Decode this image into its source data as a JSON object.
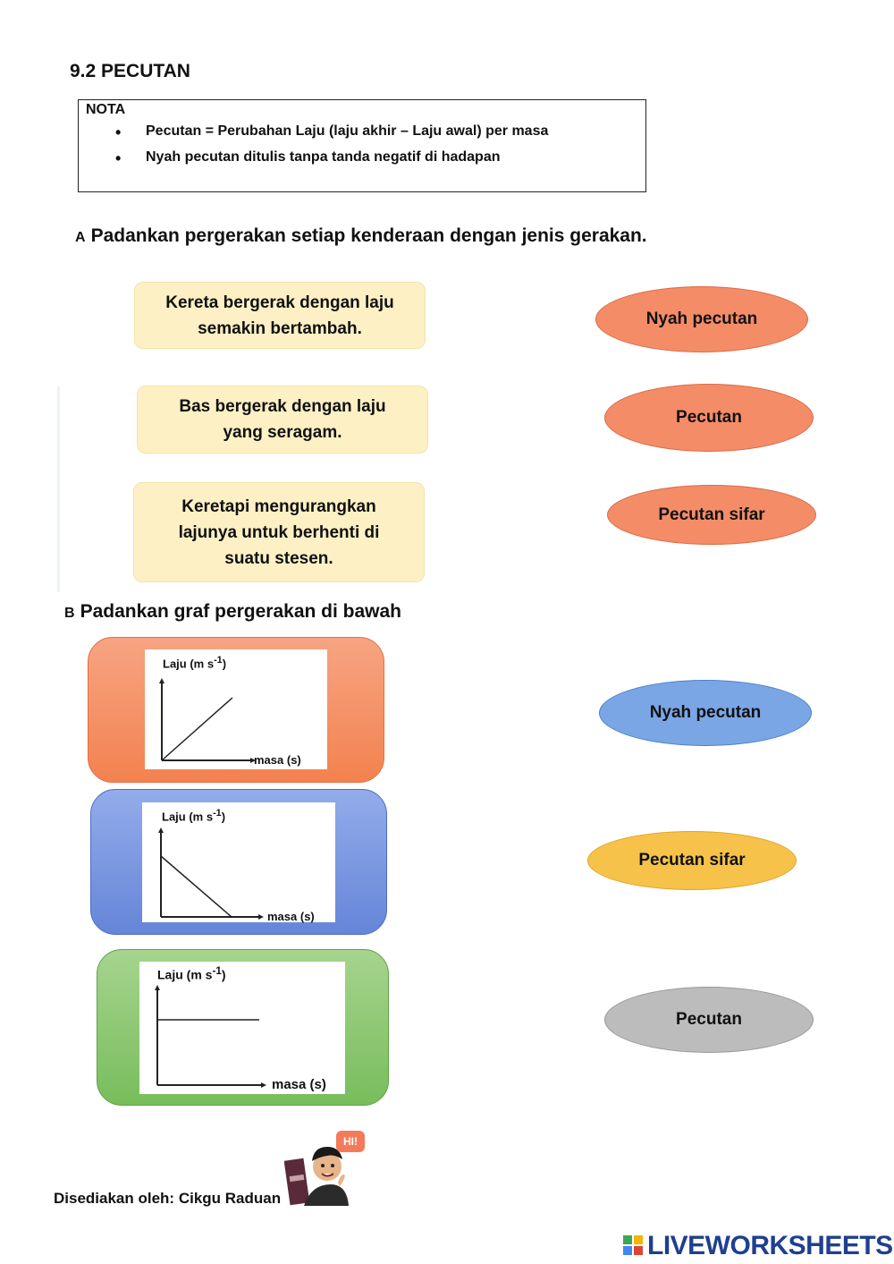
{
  "title": "9.2 PECUTAN",
  "nota": {
    "label": "NOTA",
    "points": [
      "Pecutan = Perubahan Laju (laju akhir – Laju awal) per masa",
      "Nyah pecutan ditulis tanpa tanda negatif di hadapan"
    ]
  },
  "section_a": {
    "letter": "A",
    "instruction": "Padankan pergerakan setiap kenderaan dengan jenis gerakan.",
    "statements": [
      "Kereta bergerak dengan laju\nsemakin bertambah.",
      "Bas bergerak dengan laju\nyang seragam.",
      "Keretapi mengurangkan\nlajunya untuk berhenti di\nsuatu stesen."
    ],
    "answers": [
      "Nyah pecutan",
      "Pecutan",
      "Pecutan sifar"
    ]
  },
  "section_b": {
    "letter": "B",
    "instruction": "Padankan graf pergerakan di bawah",
    "graph_y_label": "Laju (m s",
    "graph_y_exp": "-1",
    "graph_y_close": ")",
    "graph_x_label": "masa (s)",
    "graphs": [
      {
        "trend": "increasing",
        "color": "#f3824f"
      },
      {
        "trend": "decreasing",
        "color": "#6585d8"
      },
      {
        "trend": "constant",
        "color": "#78bd5c"
      }
    ],
    "answers": [
      "Nyah pecutan",
      "Pecutan sifar",
      "Pecutan"
    ]
  },
  "footer": {
    "credit": "Disediakan oleh: Cikgu Raduan",
    "speech": "HI!",
    "brand": "LIVEWORKSHEETS"
  }
}
